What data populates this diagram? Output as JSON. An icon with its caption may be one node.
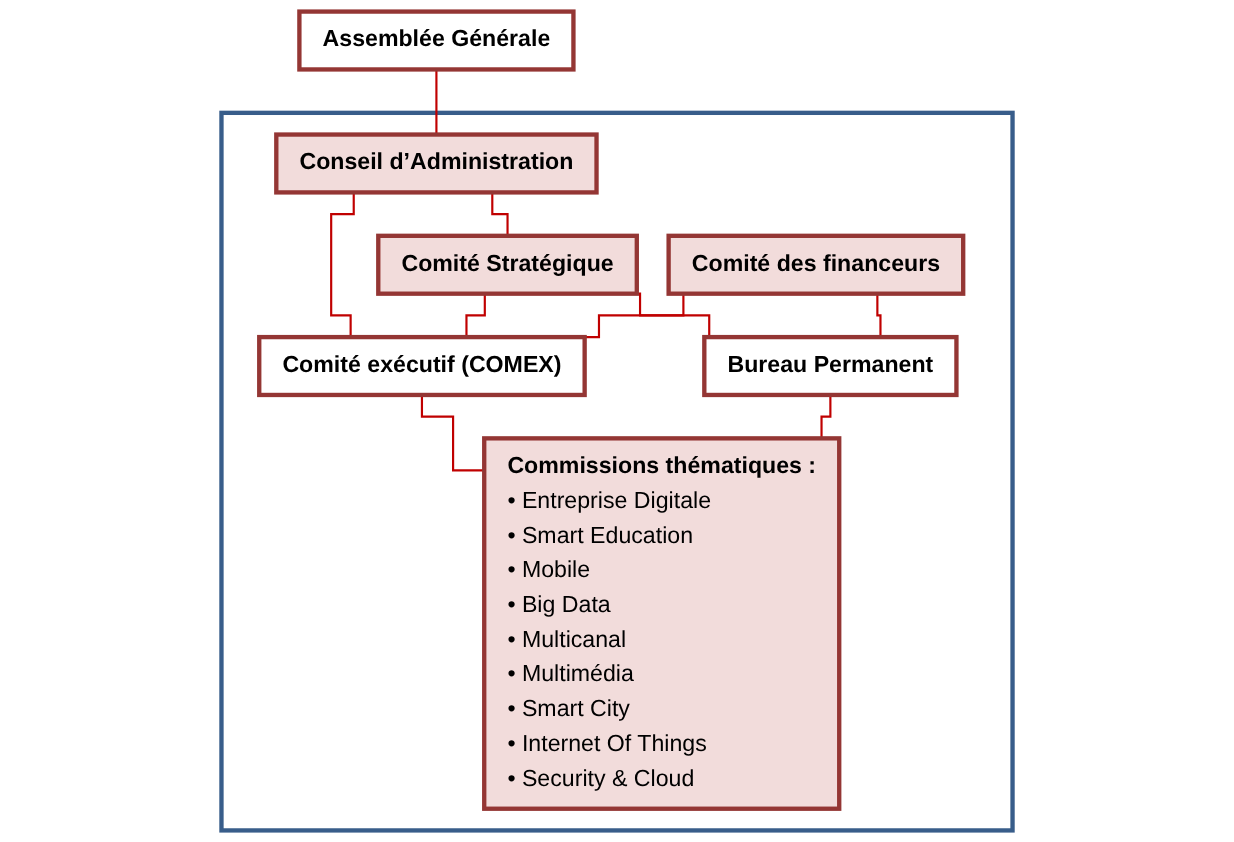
{
  "diagram": {
    "nodes": [
      {
        "text": [
          "Assemblée Générale"
        ]
      },
      {
        "text": [],
        "shape": "box"
      },
      {
        "text": [
          "Conseil d’Administration"
        ],
        "in": 1
      },
      {
        "text": [
          "Comité Stratégique"
        ],
        "in": 1
      },
      {
        "text": [
          "Comité des financeurs"
        ],
        "in": 1
      },
      {
        "text": [
          "Comité exécutif (COMEX)"
        ],
        "in": 1
      },
      {
        "text": [
          "Bureau Permanent"
        ],
        "in": 1
      },
      {
        "text": [
          "Commissions thématiques :",
          "• Entreprise Digitale",
          "• Smart Education",
          "• Mobile",
          "• Big Data",
          "• Multicanal",
          "• Multimédia",
          "• Smart City",
          "• Internet Of Things",
          "• Security & Cloud"
        ],
        "in": 1
      }
    ],
    "edges": [
      {
        "from": 0,
        "to": 2,
        "arrow": "none"
      },
      {
        "from": 2,
        "to": 3,
        "arrow": "none"
      },
      {
        "from": 2,
        "to": 5,
        "arrow": "none"
      },
      {
        "from": 3,
        "to": 5,
        "arrow": "none"
      },
      {
        "from": 3,
        "to": 6,
        "arrow": "none"
      },
      {
        "from": 4,
        "to": 5,
        "arrow": "none"
      },
      {
        "from": 4,
        "to": 6,
        "arrow": "none"
      },
      {
        "from": 5,
        "to": 7,
        "arrow": "none"
      },
      {
        "from": 6,
        "to": 7,
        "arrow": "none"
      }
    ]
  }
}
